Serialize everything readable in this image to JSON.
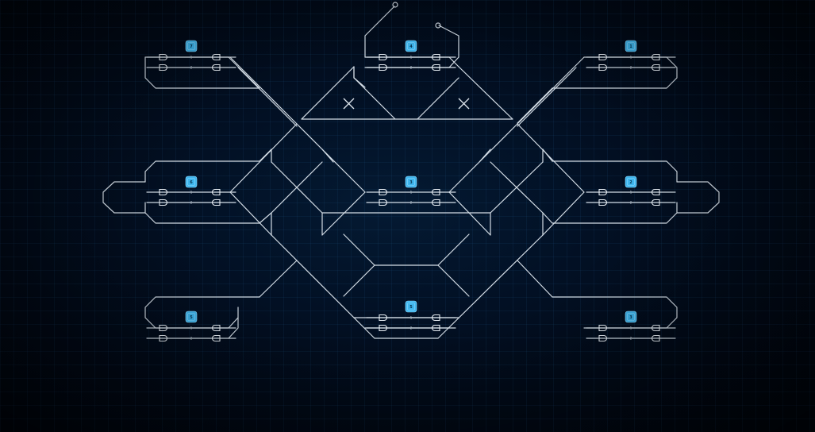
{
  "game": {
    "theme": {
      "background": "#021024",
      "rail_color": "#d4dde6",
      "badge_color": "#3fb6ee"
    },
    "stations": [
      {
        "id": "station-top-left",
        "badge": "7",
        "tracks": [
          "1",
          "2"
        ],
        "sign": "—"
      },
      {
        "id": "station-top-center",
        "badge": "4",
        "tracks": [
          "1",
          "2"
        ],
        "sign": "—"
      },
      {
        "id": "station-top-right",
        "badge": "1",
        "tracks": [
          "1",
          "2"
        ],
        "sign": "—"
      },
      {
        "id": "station-mid-left",
        "badge": "6",
        "tracks": [
          "1",
          "2"
        ],
        "sign": "—"
      },
      {
        "id": "station-mid-center",
        "badge": "3",
        "tracks": [
          "1",
          "2"
        ],
        "sign": "—"
      },
      {
        "id": "station-mid-right",
        "badge": "2",
        "tracks": [
          "1",
          "2"
        ],
        "sign": "—"
      },
      {
        "id": "station-bottom-left",
        "badge": "5",
        "tracks": [
          "1",
          "2"
        ],
        "sign": "—"
      },
      {
        "id": "station-bottom-center",
        "badge": "5",
        "tracks": [
          "1",
          "2"
        ],
        "sign": "—"
      },
      {
        "id": "station-bottom-right",
        "badge": "3",
        "tracks": [
          "1",
          "2"
        ],
        "sign": "—"
      }
    ],
    "icons": {
      "signal": "signal-icon",
      "blocked": "blocked-x-icon",
      "terminal": "terminal-loop-icon"
    }
  }
}
